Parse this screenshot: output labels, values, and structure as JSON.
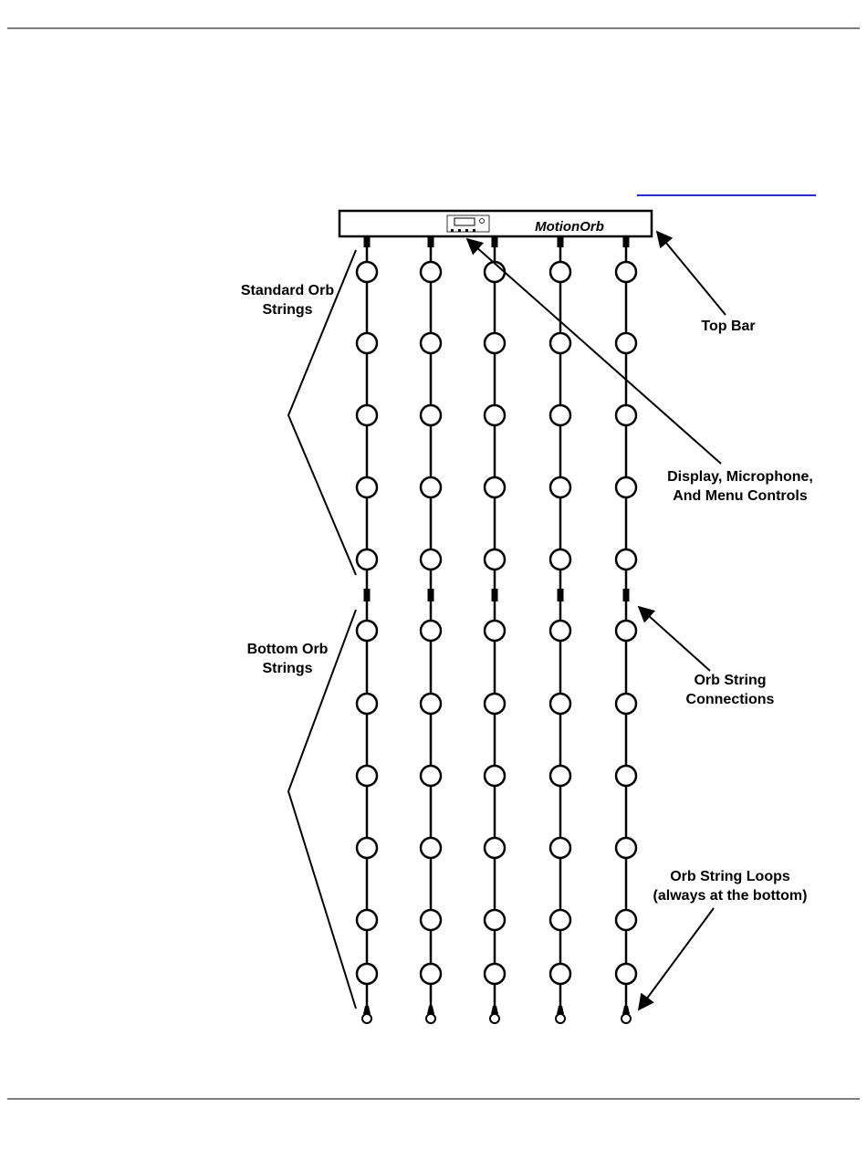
{
  "brand": "MotionOrb",
  "labels": {
    "standard_line1": "Standard Orb",
    "standard_line2": "Strings",
    "bottom_line1": "Bottom Orb",
    "bottom_line2": "Strings",
    "top_bar": "Top Bar",
    "display_line1": "Display, Microphone,",
    "display_line2": "And Menu Controls",
    "connections_line1": "Orb String",
    "connections_line2": "Connections",
    "loops_line1": "Orb String Loops",
    "loops_line2": "(always at the bottom)"
  },
  "diagram": {
    "string_count": 5,
    "standard_orbs_per_string": 5,
    "bottom_orbs_per_string": 6
  }
}
